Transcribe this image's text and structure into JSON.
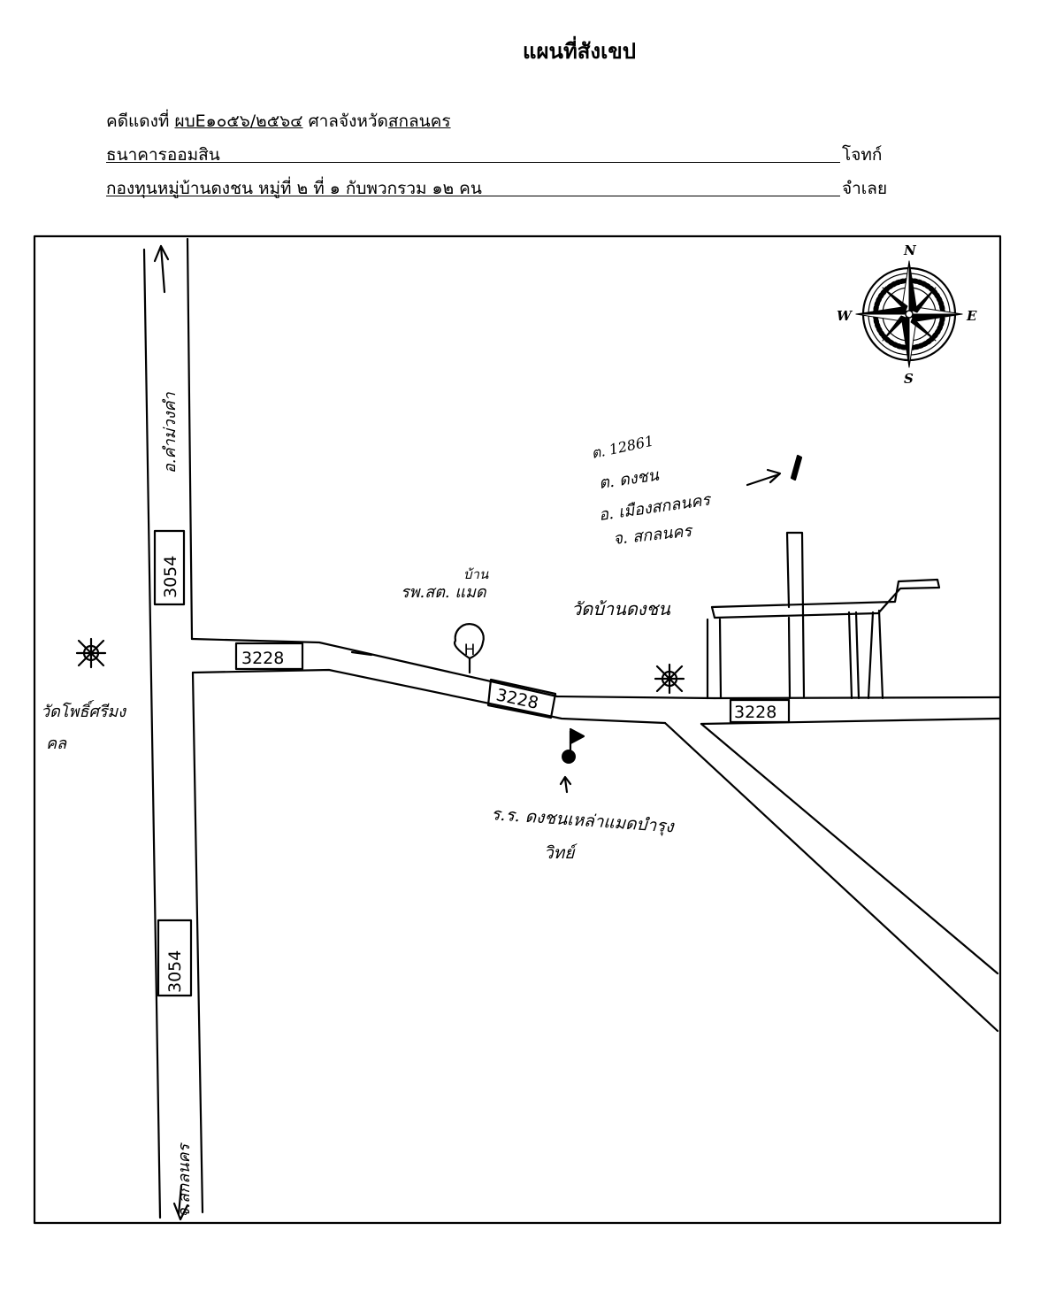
{
  "title": "แผนที่สังเขป",
  "case": {
    "label": "คดีแดงที่",
    "number": "ผบE๑๐๕๖/๒๕๖๔",
    "court_prefix": "ศาลจังหวัด",
    "court_city": "สกลนคร"
  },
  "plaintiff": {
    "name": "ธนาคารออมสิน",
    "role": "โจทก์"
  },
  "defendant": {
    "name": "กองทุนหมู่บ้านดงชน หมู่ที่ ๒ ที่ ๑ กับพวกรวม ๑๒ คน",
    "role": "จำเลย"
  },
  "compass": {
    "n": "N",
    "s": "S",
    "e": "E",
    "w": "W"
  },
  "roads": {
    "route_3054_a": "3054",
    "route_3054_b": "3054",
    "route_3228_a": "3228",
    "route_3228_b": "3228",
    "route_3228_c": "3228",
    "to_north": "อ.คำม่วงคำ",
    "to_south": "จ.สกลนคร"
  },
  "landmarks": {
    "hospital_symbol": "H",
    "school_line1": "บ้าน",
    "school_line2": "รพ.สต. แมด",
    "temple_east": "วัดบ้านดงชน",
    "temple_west_line1": "วัดโพธิ์ศรีมง",
    "temple_west_line2": "คล",
    "location_line1": "ต. 12861",
    "location_line2": "ต. ดงชน",
    "location_line3": "อ. เมืองสกลนคร",
    "location_line4": "จ. สกลนคร",
    "target_line1": "ร.ร. ดงชนเหล่าแมดบำรุง",
    "target_line2": "วิทย์"
  }
}
